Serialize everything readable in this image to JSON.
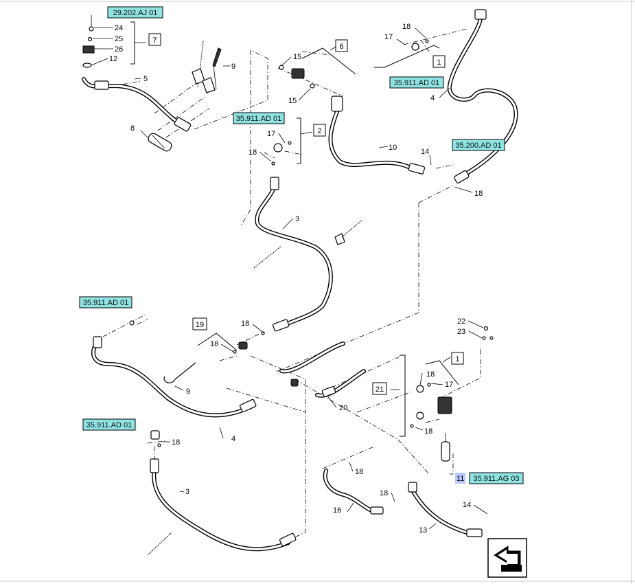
{
  "reference_boxes": [
    {
      "id": "ref-top-left",
      "text": "29.202.AJ 01"
    },
    {
      "id": "ref-top-right",
      "text": "35.911.AD 01"
    },
    {
      "id": "ref-mid-left",
      "text": "35.911.AD 01"
    },
    {
      "id": "ref-mid-right",
      "text": "35.200.AD 01"
    },
    {
      "id": "ref-left",
      "text": "35.911.AD 01"
    },
    {
      "id": "ref-lower-left",
      "text": "35.911.AD 01"
    },
    {
      "id": "ref-bottom-right",
      "text": "35.911.AG 03"
    }
  ],
  "group_numbers": {
    "g7": "7",
    "g6": "6",
    "g1_top": "1",
    "g2": "2",
    "g19": "19",
    "g1_right": "1",
    "g21": "21",
    "g11": "11"
  },
  "callouts": {
    "c24": "24",
    "c25": "25",
    "c26": "26",
    "c12": "12",
    "c5": "5",
    "c8": "8",
    "c9_top": "9",
    "c15_top": "15",
    "c15_bot": "15",
    "c17_top": "17",
    "c18_top": "18",
    "c4_top": "4",
    "c17_mid": "17",
    "c18_mid": "18",
    "c10": "10",
    "c14_mid": "14",
    "c18_right": "18",
    "c3_mid": "3",
    "c18_19a": "18",
    "c18_19b": "18",
    "c9_left": "9",
    "c4_left": "4",
    "c20": "20",
    "c22": "22",
    "c23": "23",
    "c18_21a": "18",
    "c17_21": "17",
    "c18_21b": "18",
    "c18_lower": "18",
    "c3_low": "3",
    "c18_16": "18",
    "c18_16b": "18",
    "c16": "16",
    "c14_13": "14",
    "c13": "13"
  }
}
